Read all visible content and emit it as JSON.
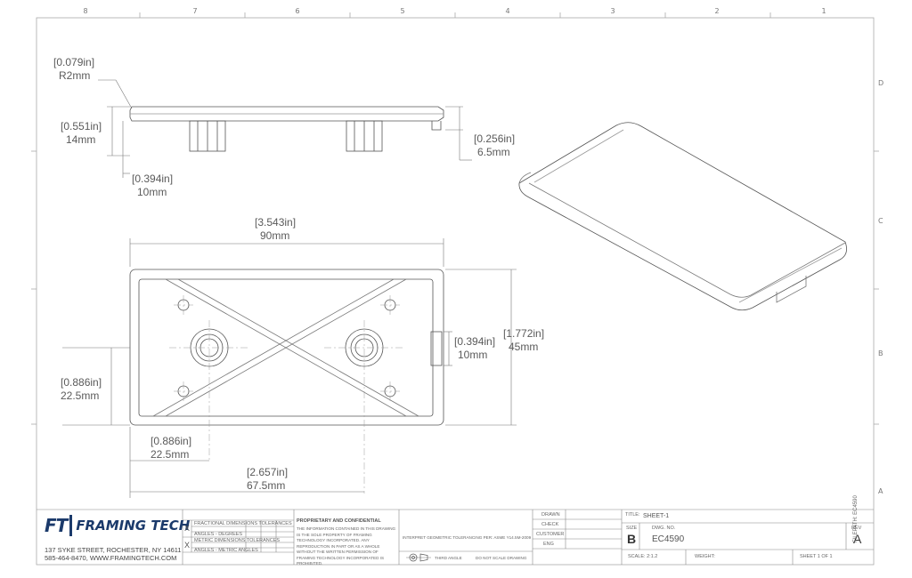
{
  "zones": {
    "columns": [
      "8",
      "7",
      "6",
      "5",
      "4",
      "3",
      "2",
      "1"
    ],
    "rows": [
      "D",
      "C",
      "B",
      "A"
    ]
  },
  "dimensions": {
    "radius": {
      "inch": "[0.079in]",
      "metric": "R2mm"
    },
    "height_total": {
      "inch": "[0.551in]",
      "metric": "14mm"
    },
    "boss_height": {
      "inch": "[0.394in]",
      "metric": "10mm"
    },
    "tab_height": {
      "inch": "[0.256in]",
      "metric": "6.5mm"
    },
    "overall_length": {
      "inch": "[3.543in]",
      "metric": "90mm"
    },
    "overall_width": {
      "inch": "[1.772in]",
      "metric": "45mm"
    },
    "tab_width": {
      "inch": "[0.394in]",
      "metric": "10mm"
    },
    "half_width": {
      "inch": "[0.886in]",
      "metric": "22.5mm"
    },
    "boss_offset": {
      "inch": "[0.886in]",
      "metric": "22.5mm"
    },
    "boss_spacing": {
      "inch": "[2.657in]",
      "metric": "67.5mm"
    }
  },
  "title_block": {
    "brand_mark": "FT",
    "brand_name": "FRAMING TECH",
    "address_line1": "137 SYKE STREET, ROCHESTER, NY 14611",
    "address_line2": "585-464-8470, WWW.FRAMINGTECH.COM",
    "tolerance_row1": "FRACTIONAL DIMENSIONS TOLERANCES",
    "tolerance_row2": "ANGLES - DEGREES",
    "tolerance_row3": "METRIC DIMENSIONS TOLERANCES",
    "tolerance_row4": "ANGLES - METRIC ANGLES",
    "unit_mark": "X",
    "proprietary_title": "PROPRIETARY AND CONFIDENTIAL",
    "proprietary_text": "THE INFORMATION CONTAINED IN THIS DRAWING IS THE SOLE PROPERTY OF FRAMING TECHNOLOGY INCORPORATED. ANY REPRODUCTION IN PART OR AS A WHOLE WITHOUT THE WRITTEN PERMISSION OF FRAMING TECHNOLOGY INCORPORATED IS PROHIBITED.",
    "gdt_note": "INTERPRET GEOMETRIC TOLERANCING PER: ASME Y14.5M-2009",
    "third_angle": "THIRD ANGLE",
    "no_scale": "DO NOT SCALE DRAWING",
    "drawn_label": "DRAWN",
    "check_label": "CHECK",
    "customer_label": "CUSTOMER",
    "eng_label": "ENG",
    "title_label": "TITLE:",
    "title_value": "SHEET-1",
    "size_label": "SIZE",
    "size_value": "B",
    "dwg_label": "DWG. NO.",
    "dwg_value": "EC4590",
    "rev_label": "REV",
    "rev_value": "A",
    "scale": "SCALE: 2:1.2",
    "weight": "WEIGHT:",
    "sheet": "SHEET 1 OF 1",
    "filepath": "FILEPATH: EC4590"
  }
}
